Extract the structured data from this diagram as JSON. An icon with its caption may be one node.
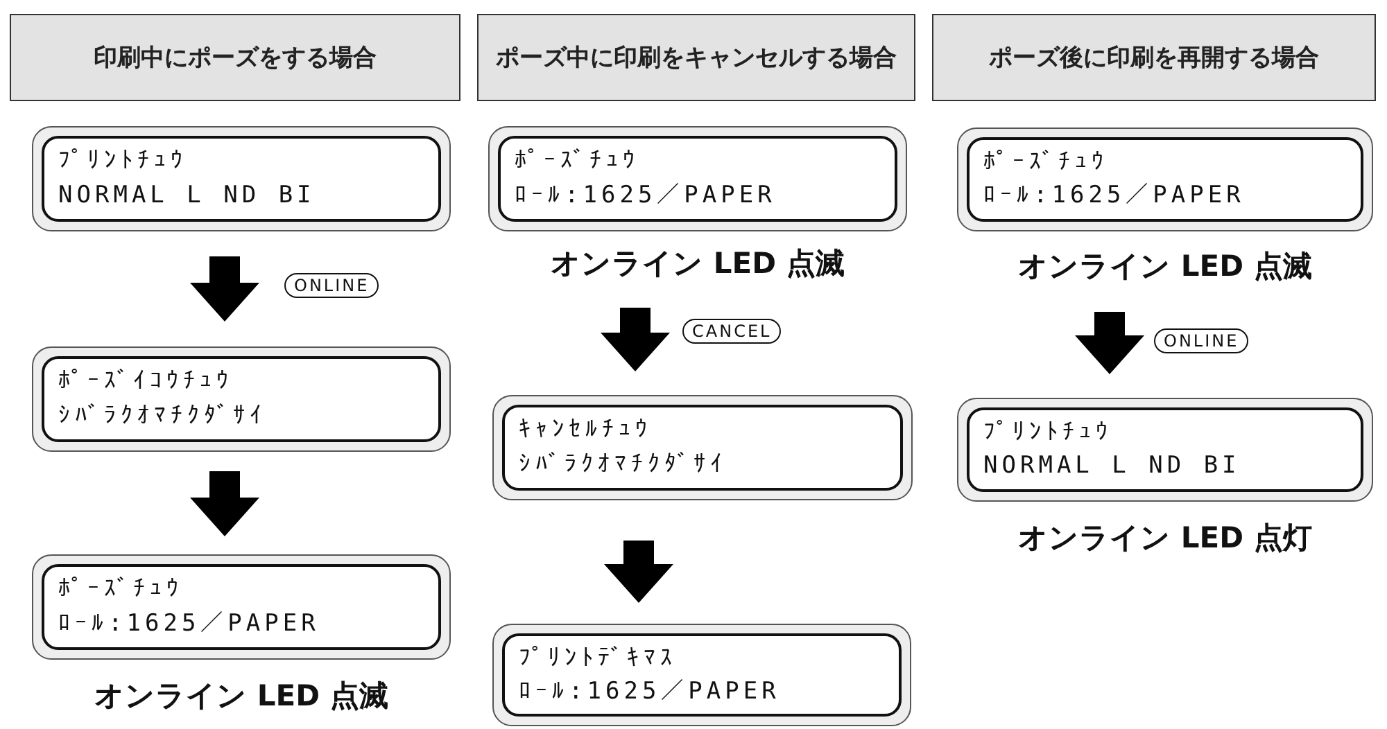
{
  "diagram": {
    "nodes": [
      {
        "text": [
          "印刷中にポーズをする場合"
        ]
      },
      {
        "text": [
          "ポーズ中に印刷をキャンセルする場合"
        ]
      },
      {
        "text": [
          "ポーズ後に印刷を再開する場合"
        ]
      },
      {
        "text": [
          "ﾌﾟﾘﾝﾄﾁｭｳ",
          "NORMAL L ND BI"
        ]
      },
      {
        "text": [
          "ﾎﾟｰｽﾞｲｺｳﾁｭｳ",
          "ｼﾊﾞﾗｸｵﾏﾁｸﾀﾞｻｲ"
        ]
      },
      {
        "text": [
          "ﾎﾟｰｽﾞﾁｭｳ",
          "ﾛｰﾙ:1625／PAPER"
        ],
        "beside": [
          "オンライン LED 点滅"
        ]
      },
      {
        "text": [
          "ﾎﾟｰｽﾞﾁｭｳ",
          "ﾛｰﾙ:1625／PAPER"
        ],
        "beside": [
          "オンライン LED 点滅"
        ]
      },
      {
        "text": [
          "ｷｬﾝｾﾙﾁｭｳ",
          "ｼﾊﾞﾗｸｵﾏﾁｸﾀﾞｻｲ"
        ]
      },
      {
        "text": [
          "ﾌﾟﾘﾝﾄﾃﾞｷﾏｽ",
          "ﾛｰﾙ:1625／PAPER"
        ]
      },
      {
        "text": [
          "ﾎﾟｰｽﾞﾁｭｳ",
          "ﾛｰﾙ:1625／PAPER"
        ],
        "beside": [
          "オンライン LED 点滅"
        ]
      },
      {
        "text": [
          "ﾌﾟﾘﾝﾄﾁｭｳ",
          "NORMAL L ND BI"
        ],
        "beside": [
          "オンライン LED 点灯"
        ]
      }
    ],
    "edges": [
      {
        "from": 3,
        "to": 4,
        "arrow": "to",
        "label": "ONLINE"
      },
      {
        "from": 4,
        "to": 5,
        "arrow": "to"
      },
      {
        "from": 6,
        "to": 7,
        "arrow": "to",
        "label": "CANCEL"
      },
      {
        "from": 7,
        "to": 8,
        "arrow": "to"
      },
      {
        "from": 9,
        "to": 10,
        "arrow": "to",
        "label": "ONLINE"
      }
    ]
  }
}
